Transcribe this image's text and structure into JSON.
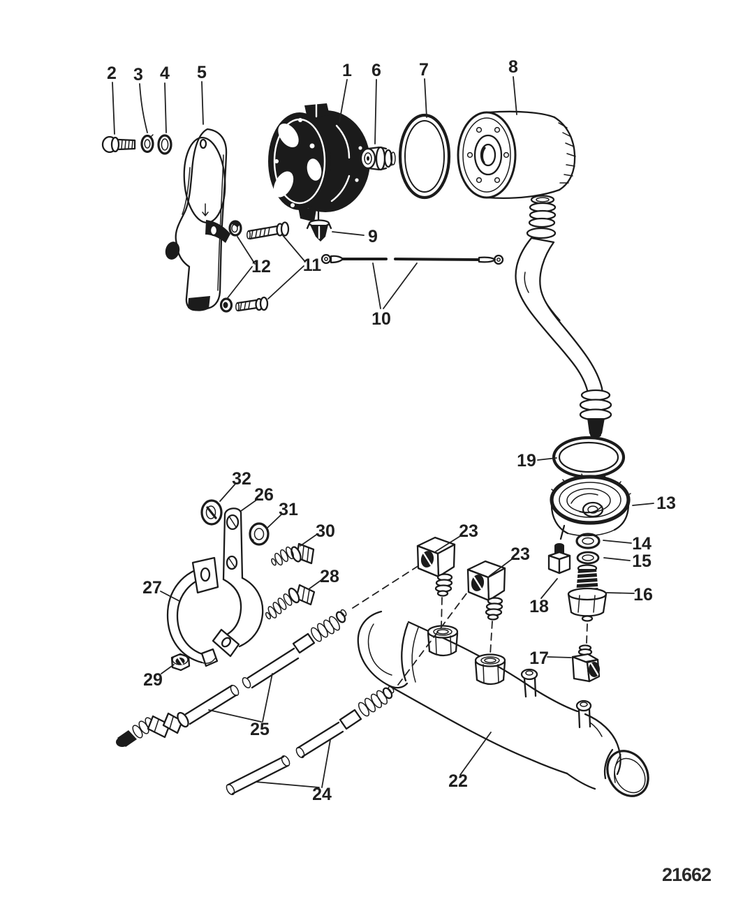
{
  "drawing_number": "21662",
  "colors": {
    "ink": "#1b1b1b",
    "paper": "#ffffff"
  },
  "callouts": {
    "c1": "1",
    "c2": "2",
    "c3": "3",
    "c4": "4",
    "c5": "5",
    "c6": "6",
    "c7": "7",
    "c8": "8",
    "c9": "9",
    "c10": "10",
    "c11": "11",
    "c12": "12",
    "c13": "13",
    "c14": "14",
    "c15": "15",
    "c16": "16",
    "c17": "17",
    "c18": "18",
    "c19": "19",
    "c22": "22",
    "c23a": "23",
    "c23b": "23",
    "c24": "24",
    "c25": "25",
    "c26": "26",
    "c27": "27",
    "c28": "28",
    "c29": "29",
    "c30": "30",
    "c31": "31",
    "c32": "32"
  }
}
